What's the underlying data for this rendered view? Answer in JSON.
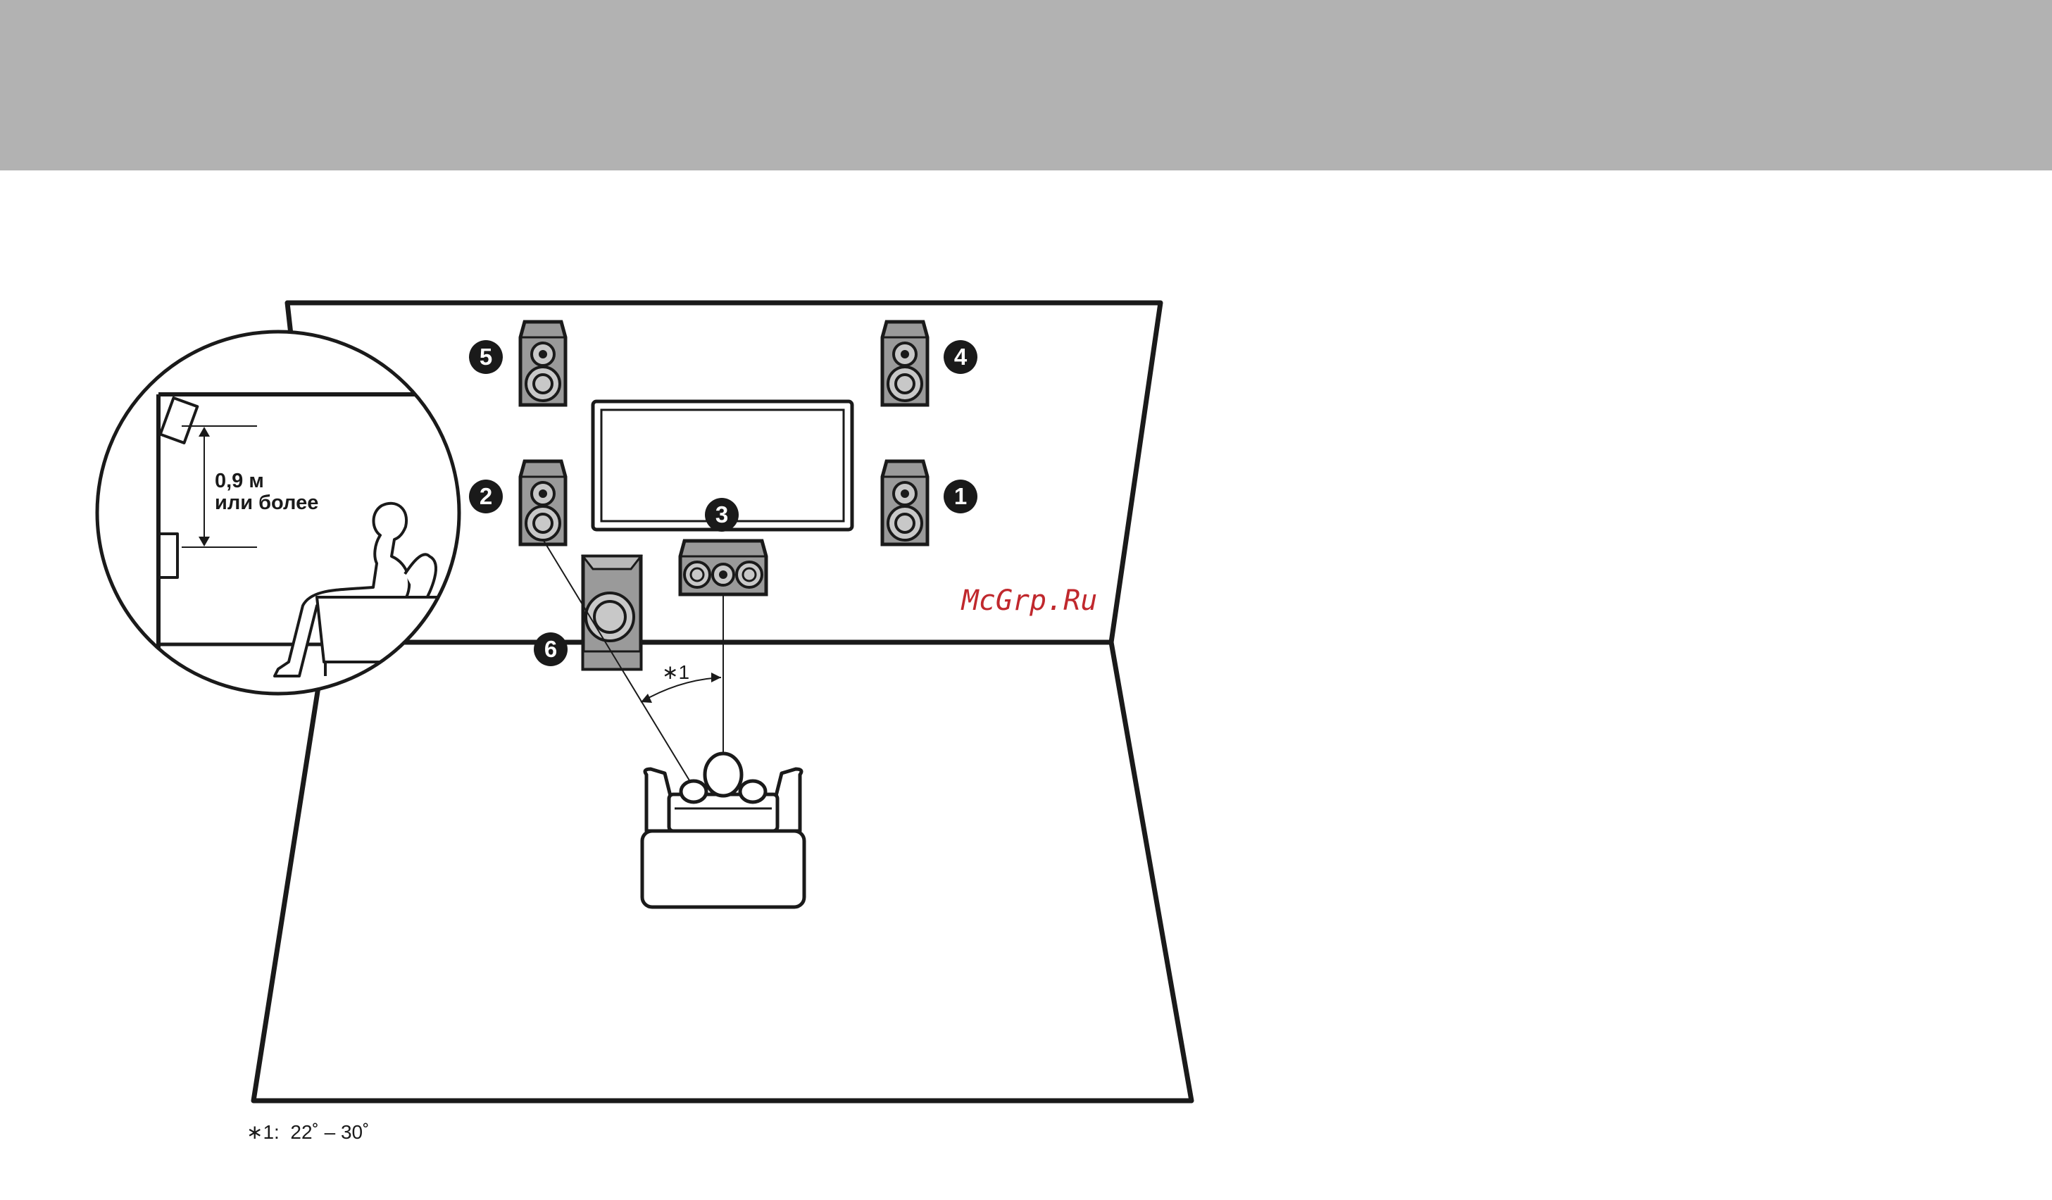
{
  "colors": {
    "header_band": "#b2b2b2",
    "line": "#1a1a1a",
    "speaker_fill": "#9a9a9a",
    "badge_fill": "#1a1a1a",
    "watermark": "#c0282d"
  },
  "speakers": [
    {
      "id": "1",
      "number": "1"
    },
    {
      "id": "2",
      "number": "2"
    },
    {
      "id": "3",
      "number": "3"
    },
    {
      "id": "4",
      "number": "4"
    },
    {
      "id": "5",
      "number": "5"
    },
    {
      "id": "6",
      "number": "6"
    }
  ],
  "inset": {
    "height_line1": "0,9 м",
    "height_line2": "или более"
  },
  "angle": {
    "marker": "∗1"
  },
  "footnote": {
    "text": "∗1:  22˚ – 30˚"
  },
  "watermark": "McGrp.Ru"
}
